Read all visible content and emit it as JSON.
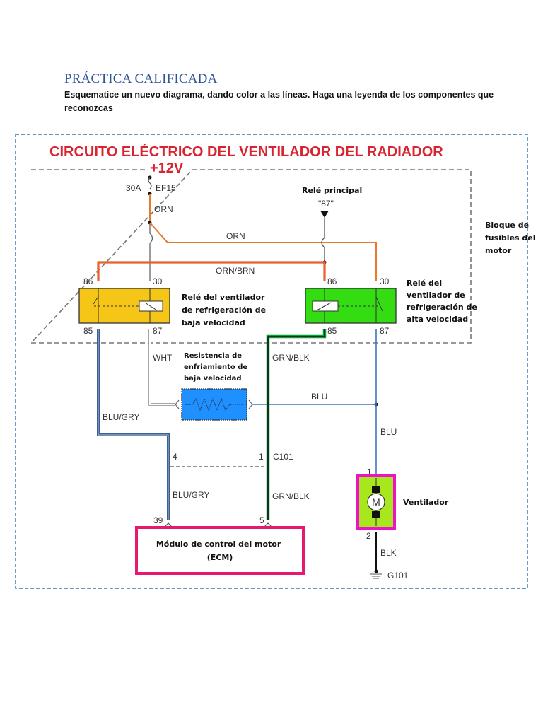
{
  "page": {
    "heading": "PRÁCTICA CALIFICADA",
    "instructions": "Esquematice un nuevo diagrama, dando color a las líneas. Haga una leyenda de los componentes que reconozcas"
  },
  "diagram": {
    "title": "CIRCUITO ELÉCTRICO DEL VENTILADOR DEL RADIADOR",
    "supply": "+12V",
    "fuse": {
      "rating": "30A",
      "id": "EF15"
    },
    "main_relay": {
      "label": "Relé principal",
      "terminal": "\"87\""
    },
    "fuse_block_label": [
      "Bloque de",
      "fusibles del",
      "motor"
    ],
    "wires": {
      "orn_fuse": "ORN",
      "orn_cross": "ORN",
      "orn_brn": "ORN/BRN",
      "wht": "WHT",
      "grn_blk_upper": "GRN/BLK",
      "blu_horizontal": "BLU",
      "blu_gry_upper": "BLU/GRY",
      "blu_vertical": "BLU",
      "blu_gry_lower": "BLU/GRY",
      "grn_blk_lower": "GRN/BLK",
      "blk": "BLK"
    },
    "low_speed_relay": {
      "label": [
        "Relé del ventilador",
        "de refrigeración de",
        "baja velocidad"
      ],
      "pins": {
        "p86": "86",
        "p30": "30",
        "p85": "85",
        "p87": "87"
      },
      "color": "#f5c518"
    },
    "high_speed_relay": {
      "label": [
        "Relé del",
        "ventilador de",
        "refrigeración de",
        "alta velocidad"
      ],
      "pins": {
        "p86": "86",
        "p30": "30",
        "p85": "85",
        "p87": "87"
      },
      "color": "#33dd11"
    },
    "resistor": {
      "label": [
        "Resistencia de",
        "enfriamiento de",
        "baja velocidad"
      ],
      "color": "#1e90ff"
    },
    "connector": {
      "id": "C101",
      "pin_a": "4",
      "pin_b": "1"
    },
    "ecm": {
      "label": [
        "Módulo de control del motor",
        "(ECM)"
      ],
      "pin_a": "39",
      "pin_b": "5",
      "border_color": "#e6196e"
    },
    "fan": {
      "label": "Ventilador",
      "symbol": "M",
      "pin_top": "1",
      "pin_bottom": "2",
      "fill": "#a8e61d",
      "border_color": "#ee11cc"
    },
    "ground": "G101",
    "colors": {
      "orange": "#e8782a",
      "blue": "#4472c4",
      "dark_blue": "#3b5f8f",
      "green": "#0a9e3a",
      "outer_border": "#2e75b6"
    }
  }
}
